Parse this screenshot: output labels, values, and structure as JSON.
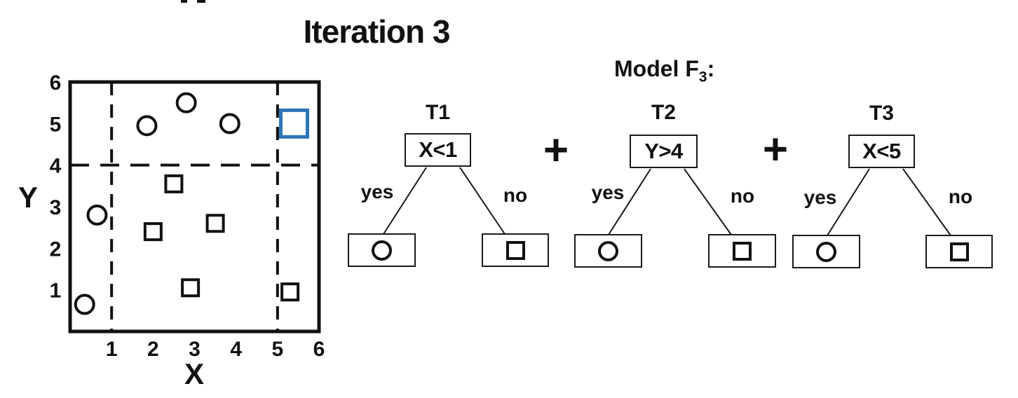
{
  "title": "Iteration 3",
  "model": {
    "label": "Model F",
    "subscript": "3",
    "colon": ":"
  },
  "plus": "+",
  "trees": [
    {
      "name": "T1",
      "condition": "X<1",
      "yes": "yes",
      "no": "no",
      "yes_leaf": "circle",
      "no_leaf": "square"
    },
    {
      "name": "T2",
      "condition": "Y>4",
      "yes": "yes",
      "no": "no",
      "yes_leaf": "circle",
      "no_leaf": "square"
    },
    {
      "name": "T3",
      "condition": "X<5",
      "yes": "yes",
      "no": "no",
      "yes_leaf": "circle",
      "no_leaf": "square"
    }
  ],
  "chart_data": {
    "type": "scatter",
    "title": "Iteration 3",
    "xlabel": "X",
    "ylabel": "Y",
    "xlim": [
      0,
      6
    ],
    "ylim": [
      0,
      6
    ],
    "xticks": [
      1,
      2,
      3,
      4,
      5,
      6
    ],
    "yticks": [
      1,
      2,
      3,
      4,
      5,
      6
    ],
    "grid": false,
    "split_lines": {
      "style": "dashed",
      "vertical_x": [
        1,
        5
      ],
      "horizontal_y": [
        4
      ]
    },
    "series": [
      {
        "name": "circle-class-points",
        "marker": "circle",
        "color": "#111111",
        "points": [
          [
            0.35,
            0.65
          ],
          [
            0.65,
            2.8
          ],
          [
            1.85,
            4.95
          ],
          [
            2.8,
            5.5
          ],
          [
            3.85,
            5.0
          ]
        ]
      },
      {
        "name": "square-class-points",
        "marker": "square",
        "color": "#111111",
        "points": [
          [
            2.0,
            2.4
          ],
          [
            2.5,
            3.55
          ],
          [
            2.9,
            1.05
          ],
          [
            3.5,
            2.6
          ],
          [
            5.3,
            0.95
          ]
        ]
      },
      {
        "name": "highlighted-square-point",
        "marker": "square-large",
        "color": "#2e75b6",
        "points": [
          [
            5.4,
            5.0
          ]
        ]
      }
    ]
  }
}
